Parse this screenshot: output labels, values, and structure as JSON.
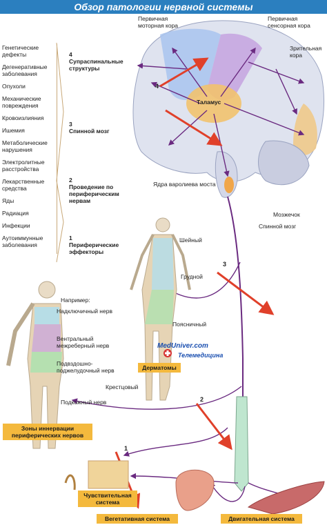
{
  "title": "Обзор патологии нервной системы",
  "causes": [
    "Генетические дефекты",
    "Дегенеративные заболевания",
    "Опухоли",
    "Механические повреждения",
    "Кровоизлияния",
    "Ишемия",
    "Метаболические нарушения",
    "Электролитные расстройства",
    "Лекарственные средства",
    "Яды",
    "Радиация",
    "Инфекции",
    "Аутоиммунные заболевания"
  ],
  "levels": {
    "l4_num": "4",
    "l4_text": "Супраспинальные структуры",
    "l3_num": "3",
    "l3_text": "Спинной мозг",
    "l2_num": "2",
    "l2_text": "Проведение по периферическим нервам",
    "l1_num": "1",
    "l1_text": "Периферические эффекторы"
  },
  "brain_labels": {
    "motor": "Первичная моторная кора",
    "sensory": "Первичная сенсорная кора",
    "visual": "Зрительная кора",
    "thalamus": "Таламус",
    "pons": "Ядра варолиева моста",
    "cerebellum": "Мозжечок",
    "spinal": "Спинной мозг"
  },
  "dermatome_labels": {
    "cervical": "Шейный",
    "thoracic": "Грудной",
    "lumbar": "Поясничный",
    "sacral": "Крестцовый",
    "tag": "Дерматомы"
  },
  "nerve_labels": {
    "example": "Например:",
    "supraclav": "Надключичный нерв",
    "intercostal": "Вентральный межреберный нерв",
    "iliohypo": "Подвздошно-поджелудочный нерв",
    "saphenous": "Подкожный нерв",
    "tag": "Зоны иннервации периферических нервов"
  },
  "effectors": {
    "sensory": "Чувствительная система",
    "autonomic": "Вегетативная система",
    "motor": "Двигательная система"
  },
  "marks": {
    "m4": "4",
    "m3": "3",
    "m2": "2",
    "m1": "1"
  },
  "watermark": {
    "site": "MedUniver.com",
    "sub": "Телемедицина"
  }
}
